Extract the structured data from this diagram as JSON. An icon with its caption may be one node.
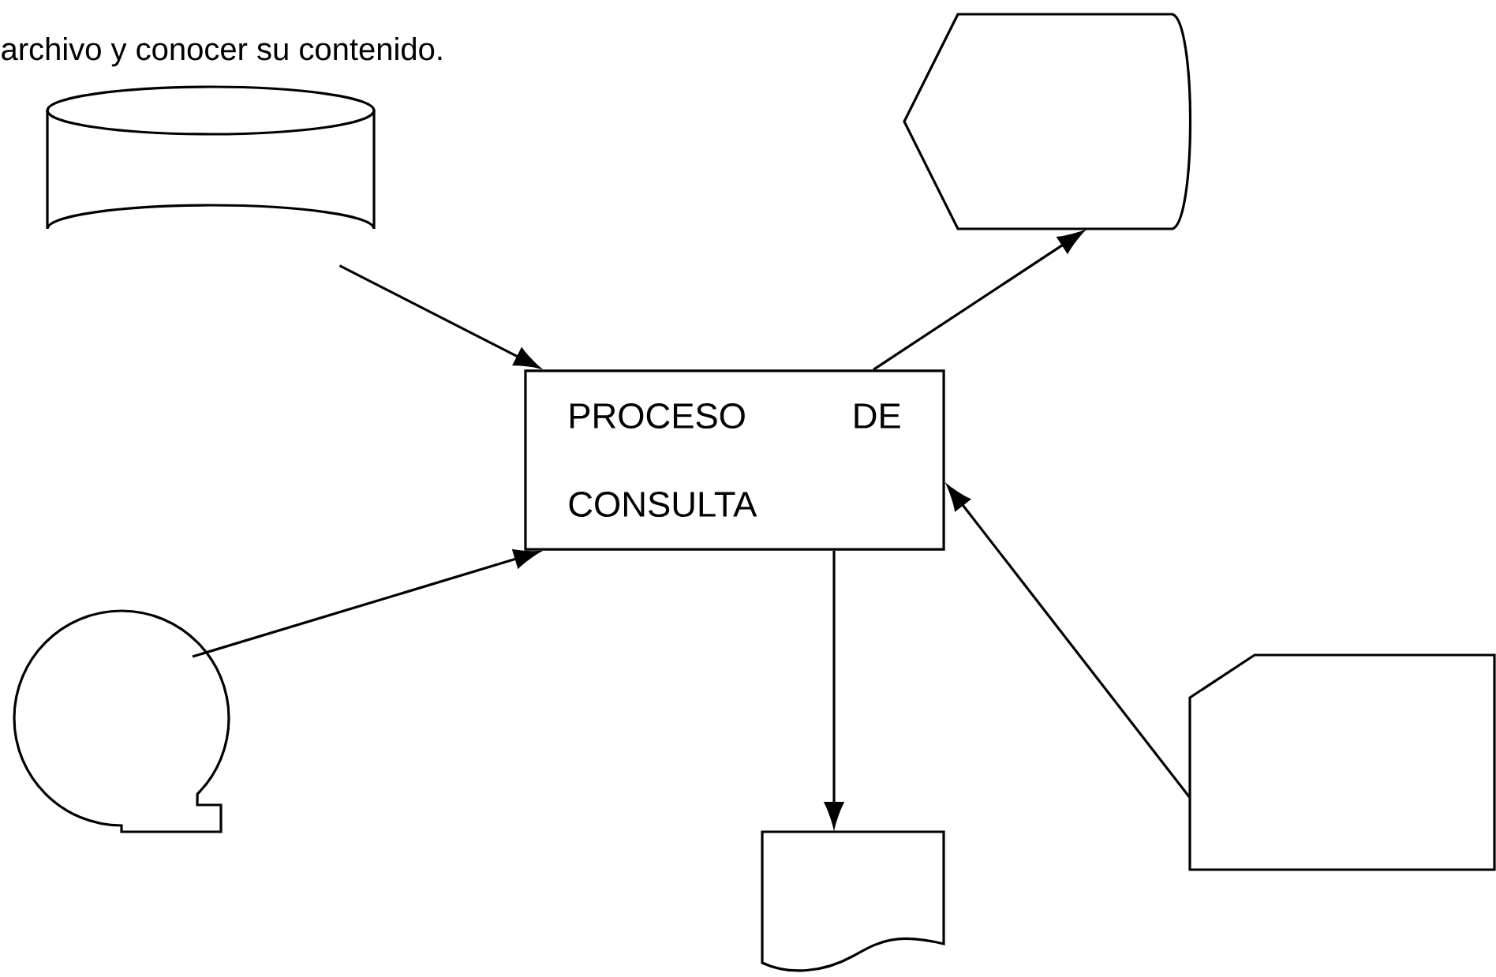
{
  "diagram": {
    "nodes": [
      {
        "text": [],
        "shape": "cylinder"
      },
      {
        "text": [],
        "shape": "display"
      },
      {
        "text": [
          "PROCESO DE CONSULTA"
        ]
      },
      {
        "text": [],
        "shape": "circle"
      },
      {
        "text": [],
        "shape": "document"
      },
      {
        "text": [],
        "shape": "card"
      }
    ],
    "edges": [
      {
        "from": 0,
        "to": 2,
        "arrow": "to"
      },
      {
        "from": 2,
        "to": 1,
        "arrow": "to"
      },
      {
        "from": 3,
        "to": 2,
        "arrow": "to"
      },
      {
        "from": 2,
        "to": 4,
        "arrow": "to"
      },
      {
        "from": 5,
        "to": 2,
        "arrow": "to"
      }
    ],
    "labels": [
      "archivo y conocer su contenido."
    ]
  }
}
